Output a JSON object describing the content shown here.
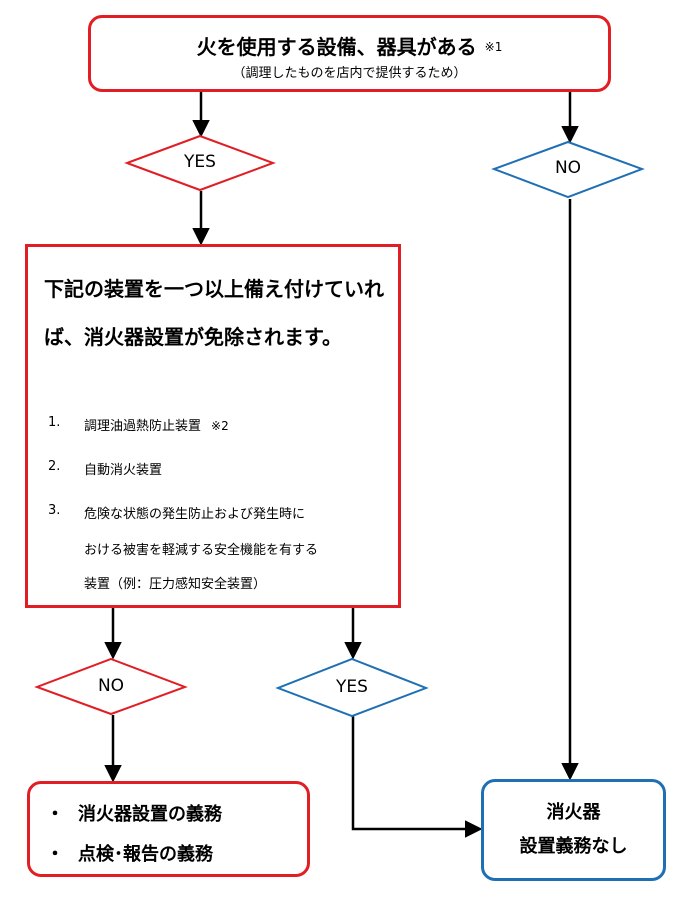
{
  "top": {
    "title": "火を使用する設備、器具がある",
    "note": "※1",
    "subtitle": "（調理したものを店内で提供するため）"
  },
  "decision_top_left": {
    "label": "YES"
  },
  "decision_top_right": {
    "label": "NO"
  },
  "middle": {
    "heading": "下記の装置を一つ以上備え付けていれば、消火器設置が免除されます。",
    "items": [
      {
        "num": "1.",
        "text": "調理油過熱防止装置",
        "note": "※2"
      },
      {
        "num": "2.",
        "text": "自動消火装置"
      },
      {
        "num": "3.",
        "text": "危険な状態の発生防止および発生時に",
        "text2": "おける被害を軽減する安全機能を有する",
        "text3": "装置（例：圧力感知安全装置）"
      }
    ]
  },
  "decision_bottom_left": {
    "label": "NO"
  },
  "decision_bottom_right": {
    "label": "YES"
  },
  "bottom_left": {
    "bullet": "・",
    "line1": "消火器設置の義務",
    "line2": "点検･報告の義務"
  },
  "bottom_right": {
    "line1": "消火器",
    "line2": "設置義務なし"
  },
  "colors": {
    "red": "#e01e24",
    "blue": "#1f6fb4"
  }
}
